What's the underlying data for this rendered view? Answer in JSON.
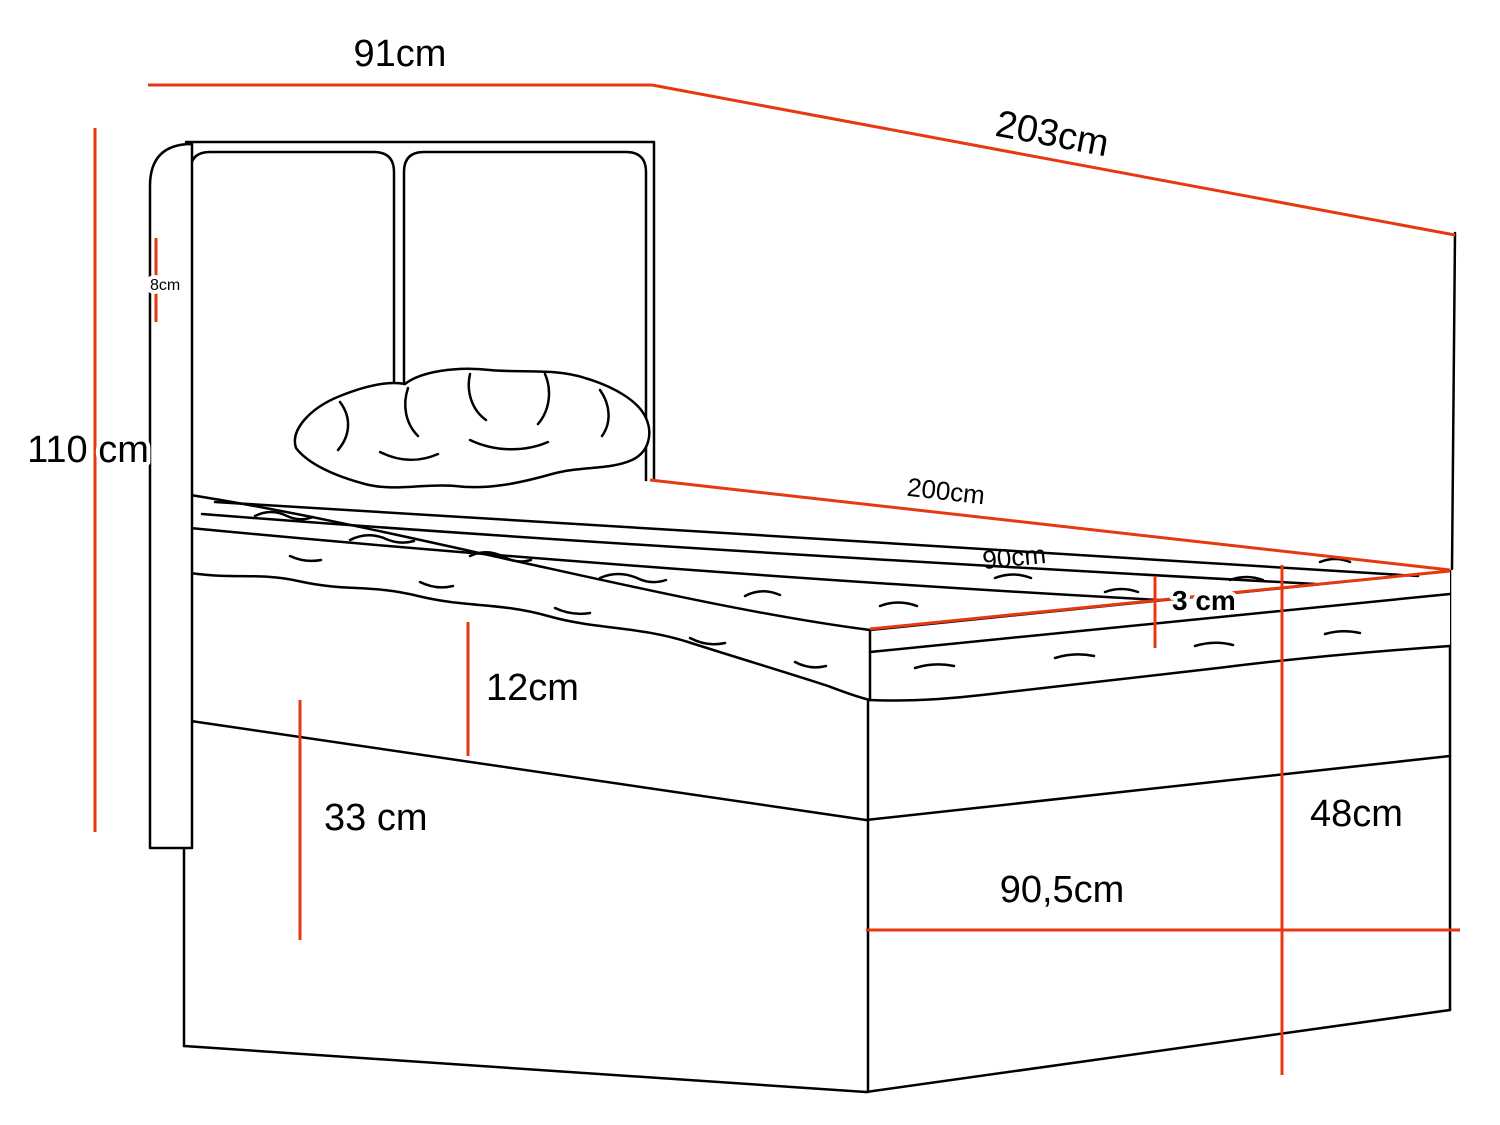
{
  "colors": {
    "background": "#ffffff",
    "outline": "#000000",
    "dimension_line": "#e8380f",
    "label_text": "#000000"
  },
  "diagram": {
    "labels": {
      "headboard_width": "91cm",
      "overall_length": "203cm",
      "headboard_height": "110 cm",
      "side_panel_depth": "8cm",
      "mattress_length": "200cm",
      "mattress_width": "90cm",
      "topper_thickness": "3 cm",
      "mattress_thickness": "12cm",
      "storage_box_height": "33 cm",
      "foot_end_height": "48cm",
      "foot_end_width": "90,5cm"
    }
  }
}
